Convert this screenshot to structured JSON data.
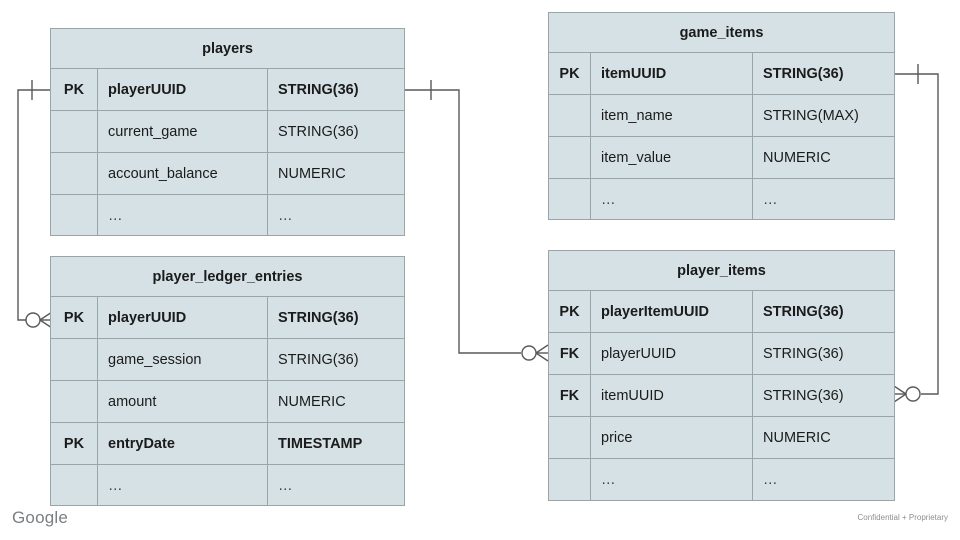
{
  "diagram": {
    "type": "entity-relationship-diagram",
    "notation": "crows-foot",
    "background_color": "#ffffff",
    "entity_fill_color": "#d5e1e4",
    "entity_border_color": "#9aa5a8",
    "connector_color": "#595959",
    "text_color": "#1b1b1b"
  },
  "entities": [
    {
      "id": "players",
      "title": "players",
      "rows": [
        {
          "key": "PK",
          "name": "playerUUID",
          "type": "STRING(36)",
          "emphasis": true
        },
        {
          "key": "",
          "name": "current_game",
          "type": "STRING(36)",
          "emphasis": false
        },
        {
          "key": "",
          "name": "account_balance",
          "type": "NUMERIC",
          "emphasis": false
        },
        {
          "key": "",
          "name": "…",
          "type": "…",
          "emphasis": false
        }
      ]
    },
    {
      "id": "player_ledger_entries",
      "title": "player_ledger_entries",
      "rows": [
        {
          "key": "PK",
          "name": "playerUUID",
          "type": "STRING(36)",
          "emphasis": true
        },
        {
          "key": "",
          "name": "game_session",
          "type": "STRING(36)",
          "emphasis": false
        },
        {
          "key": "",
          "name": "amount",
          "type": "NUMERIC",
          "emphasis": false
        },
        {
          "key": "PK",
          "name": "entryDate",
          "type": "TIMESTAMP",
          "emphasis": true
        },
        {
          "key": "",
          "name": "…",
          "type": "…",
          "emphasis": false
        }
      ]
    },
    {
      "id": "game_items",
      "title": "game_items",
      "rows": [
        {
          "key": "PK",
          "name": "itemUUID",
          "type": "STRING(36)",
          "emphasis": true
        },
        {
          "key": "",
          "name": "item_name",
          "type": "STRING(MAX)",
          "emphasis": false
        },
        {
          "key": "",
          "name": "item_value",
          "type": "NUMERIC",
          "emphasis": false
        },
        {
          "key": "",
          "name": "…",
          "type": "…",
          "emphasis": false
        }
      ]
    },
    {
      "id": "player_items",
      "title": "player_items",
      "rows": [
        {
          "key": "PK",
          "name": "playerItemUUID",
          "type": "STRING(36)",
          "emphasis": true
        },
        {
          "key": "FK",
          "name": "playerUUID",
          "type": "STRING(36)",
          "emphasis": false
        },
        {
          "key": "FK",
          "name": "itemUUID",
          "type": "STRING(36)",
          "emphasis": false
        },
        {
          "key": "",
          "name": "price",
          "type": "NUMERIC",
          "emphasis": false
        },
        {
          "key": "",
          "name": "…",
          "type": "…",
          "emphasis": false
        }
      ]
    }
  ],
  "relationships": [
    {
      "id": "players-to-player-ledger-entries",
      "from_entity": "players",
      "from_field": "playerUUID",
      "from_cardinality": "one",
      "to_entity": "player_ledger_entries",
      "to_field": "playerUUID",
      "to_cardinality": "zero-or-many"
    },
    {
      "id": "players-to-player-items",
      "from_entity": "players",
      "from_field": "playerUUID",
      "from_cardinality": "one",
      "to_entity": "player_items",
      "to_field": "playerUUID",
      "to_cardinality": "zero-or-many"
    },
    {
      "id": "game-items-to-player-items",
      "from_entity": "game_items",
      "from_field": "itemUUID",
      "from_cardinality": "one",
      "to_entity": "player_items",
      "to_field": "itemUUID",
      "to_cardinality": "zero-or-many"
    }
  ],
  "footer": {
    "brand": "Google",
    "confidentiality_notice": "Confidential + Proprietary"
  }
}
